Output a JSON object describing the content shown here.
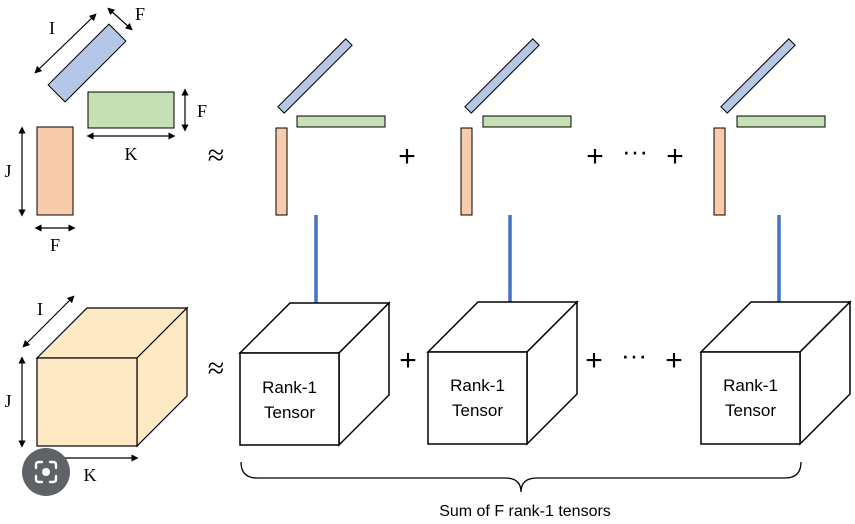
{
  "labels": {
    "I": "I",
    "J": "J",
    "K": "K",
    "F": "F"
  },
  "operators": {
    "approx": "≈",
    "plus": "+",
    "ellipsis": "···"
  },
  "tensor": {
    "line1": "Rank-1",
    "line2": "Tensor"
  },
  "caption": "Sum of F rank-1 tensors",
  "colors": {
    "blue_factor": "#b4c7e7",
    "green_factor": "#c5e0b4",
    "salmon_factor": "#f8cbad",
    "cube_fill": "#fde9c4",
    "arrow": "#4472c4"
  },
  "icons": {
    "lens": "lens-icon"
  }
}
